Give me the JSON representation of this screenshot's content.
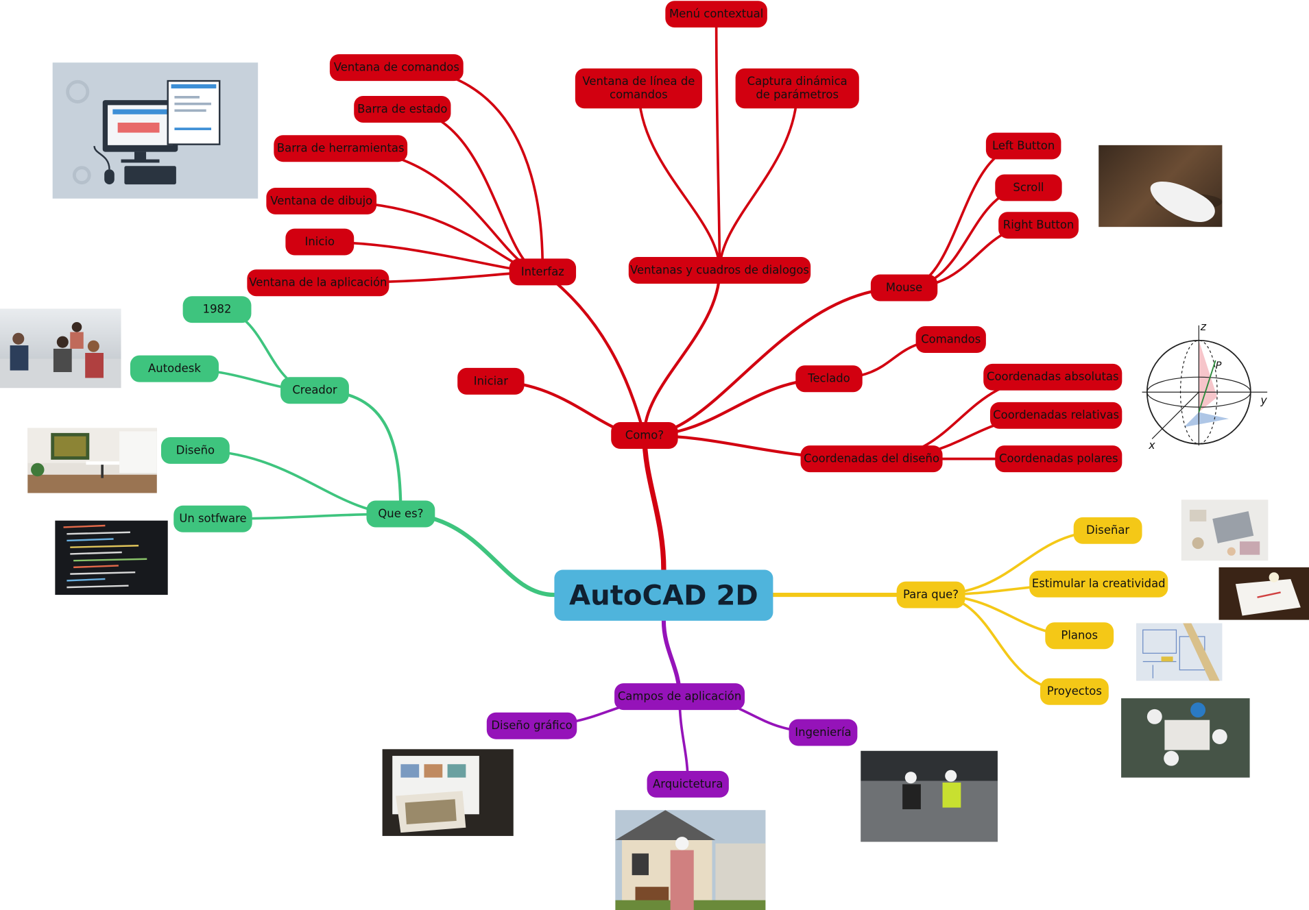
{
  "central": {
    "label": "AutoCAD 2D"
  },
  "colors": {
    "red": "#d20010",
    "green": "#3ec47e",
    "yellow": "#f4c817",
    "purple": "#9513b9",
    "central": "#4fb4dc"
  },
  "branches": {
    "red": {
      "root": "Como?",
      "nodes": [
        "Como?",
        "Iniciar",
        "Interfaz",
        "Ventana de la aplicación",
        "Inicio",
        "Ventana de dibujo",
        "Barra de herramientas",
        "Barra de estado",
        "Ventana de comandos",
        "Ventanas y cuadros de dialogos",
        "Menú contextual",
        "Ventana de línea de comandos",
        "Captura dinámica de parámetros",
        "Mouse",
        "Left Button",
        "Scroll",
        "Right Button",
        "Teclado",
        "Comandos",
        "Coordenadas del diseño",
        "Coordenadas absolutas",
        "Coordenadas relativas",
        "Coordenadas polares"
      ]
    },
    "green": {
      "root": "Que es?",
      "nodes": [
        "Que es?",
        "Creador",
        "1982",
        "Autodesk",
        "Diseño",
        "Un sotfware"
      ]
    },
    "yellow": {
      "root": "Para que?",
      "nodes": [
        "Para que?",
        "Diseñar",
        "Estimular la creatividad",
        "Planos",
        "Proyectos"
      ]
    },
    "purple": {
      "root": "Campos de aplicación",
      "nodes": [
        "Campos de aplicación",
        "Diseño gráfico",
        "Ingeniería",
        "Arquictetura"
      ]
    }
  },
  "images": [
    "computer-illustration",
    "mouse-photo",
    "office-meeting-photo",
    "interior-photo",
    "code-screen-photo",
    "coordinate-sphere-diagram",
    "desk-laptop-photo",
    "paper-lamp-photo",
    "blueprint-photo",
    "architects-photo",
    "graphic-design-photo",
    "engineers-photo",
    "house-architect-photo"
  ],
  "sphere_labels": {
    "z": "z",
    "y": "y",
    "x": "x",
    "p": "P"
  }
}
